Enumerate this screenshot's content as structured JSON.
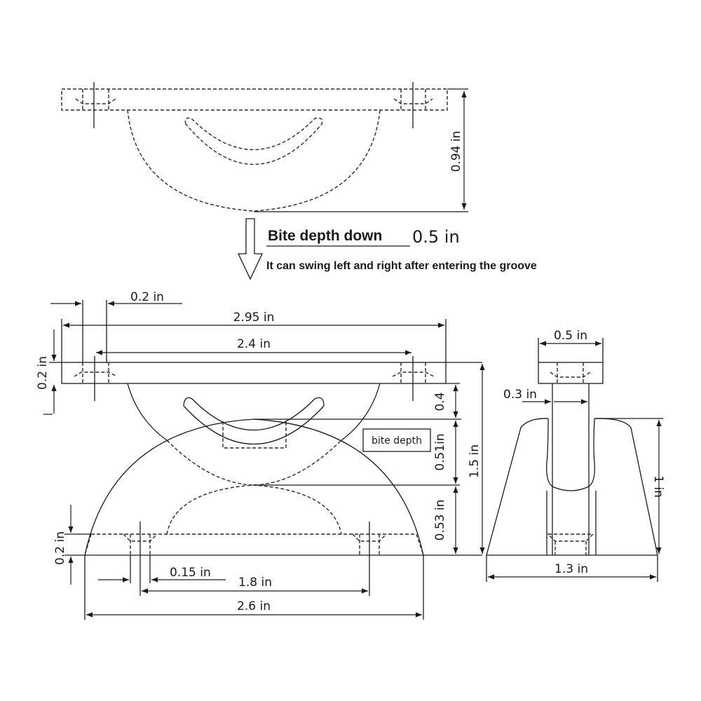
{
  "title_note": {
    "label": "Bite depth down",
    "value": "0.5 in",
    "subtext": "It can swing left and right after entering the groove"
  },
  "top_view": {
    "height_dim": "0.94 in"
  },
  "front_view": {
    "pin_offset_dim": "0.2 in",
    "top_width_dim": "2.95 in",
    "top_hole_spacing_dim": "2.4 in",
    "top_thickness_dim": "0.2 in",
    "dim_04": "0.4",
    "dim_051": "0.51in",
    "dim_053": "0.53 in",
    "total_height_dim": "1.5 in",
    "bite_depth_label": "bite depth",
    "bottom_thickness_dim": "0.2 in",
    "bottom_hole_dia_dim": "0.15 in",
    "bottom_hole_spacing_dim": "1.8 in",
    "bottom_width_dim": "2.6 in"
  },
  "side_view": {
    "top_width_dim": "0.5 in",
    "slot_width_dim": "0.3 in",
    "height_dim": "1 in",
    "base_width_dim": "1.3 in"
  }
}
